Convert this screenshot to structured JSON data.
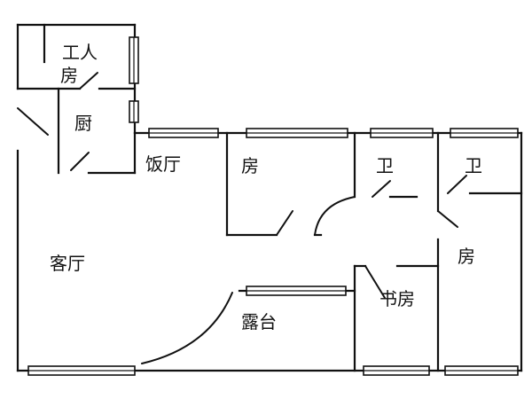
{
  "rooms": {
    "worker_room_line1": "工人",
    "worker_room_line2": "房",
    "kitchen": "厨",
    "dining": "饭厅",
    "bedroom_1": "房",
    "bathroom_1": "卫",
    "bathroom_2": "卫",
    "bedroom_2": "房",
    "living_room": "客厅",
    "balcony": "露台",
    "study": "书房"
  },
  "colors": {
    "line": "#111111",
    "background": "#ffffff"
  }
}
